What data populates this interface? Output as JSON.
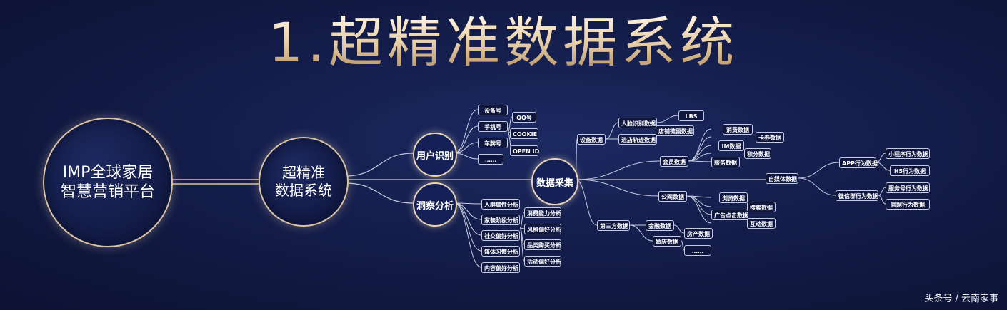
{
  "title": "1.超精准数据系统",
  "root": {
    "line1": "IMP全球家居",
    "line2": "智慧营销平台"
  },
  "center": {
    "line1": "超精准",
    "line2": "数据系统"
  },
  "hubs": {
    "user_id": "用户识别",
    "insight": "洞察分析",
    "collect": "数据采集"
  },
  "user_id_items": [
    "设备号",
    "手机号",
    "车牌号",
    "……"
  ],
  "device_ids": [
    "QQ号",
    "COOKIE",
    "OPEN ID"
  ],
  "insight_left": [
    "人群属性分析",
    "家装阶段分析",
    "社交偏好分析",
    "媒体习惯分析",
    "内容偏好分析"
  ],
  "insight_right": [
    "消费能力分析",
    "风格偏好分析",
    "品类购买分析",
    "活动偏好分析"
  ],
  "collect": {
    "device": "设备数据",
    "face": "人脸识别数据",
    "lbs": "LBS",
    "store_link": "店铺链留数据",
    "store_arrival": "进店轨迹数据",
    "member": "会员数据",
    "member_sub": [
      "消费数据",
      "卡券数据",
      "IM数据",
      "积分数据",
      "服务数据"
    ],
    "self_media": "自媒体数据",
    "app": "APP行为数据",
    "app_sub": [
      "小程序行为数据",
      "H5行为数据"
    ],
    "wechat": "微信群行为数据",
    "wechat_sub": [
      "服务号行为数据",
      "官网行为数据"
    ],
    "public": "公网数据",
    "public_sub": [
      "浏览数据",
      "搜索数据",
      "广告点击数据",
      "互动数据"
    ],
    "third": "第三方数据",
    "third_sub": [
      "金融数据",
      "房产数据",
      "婚庆数据",
      "……"
    ]
  },
  "watermark": "头条号 / 云南家事"
}
